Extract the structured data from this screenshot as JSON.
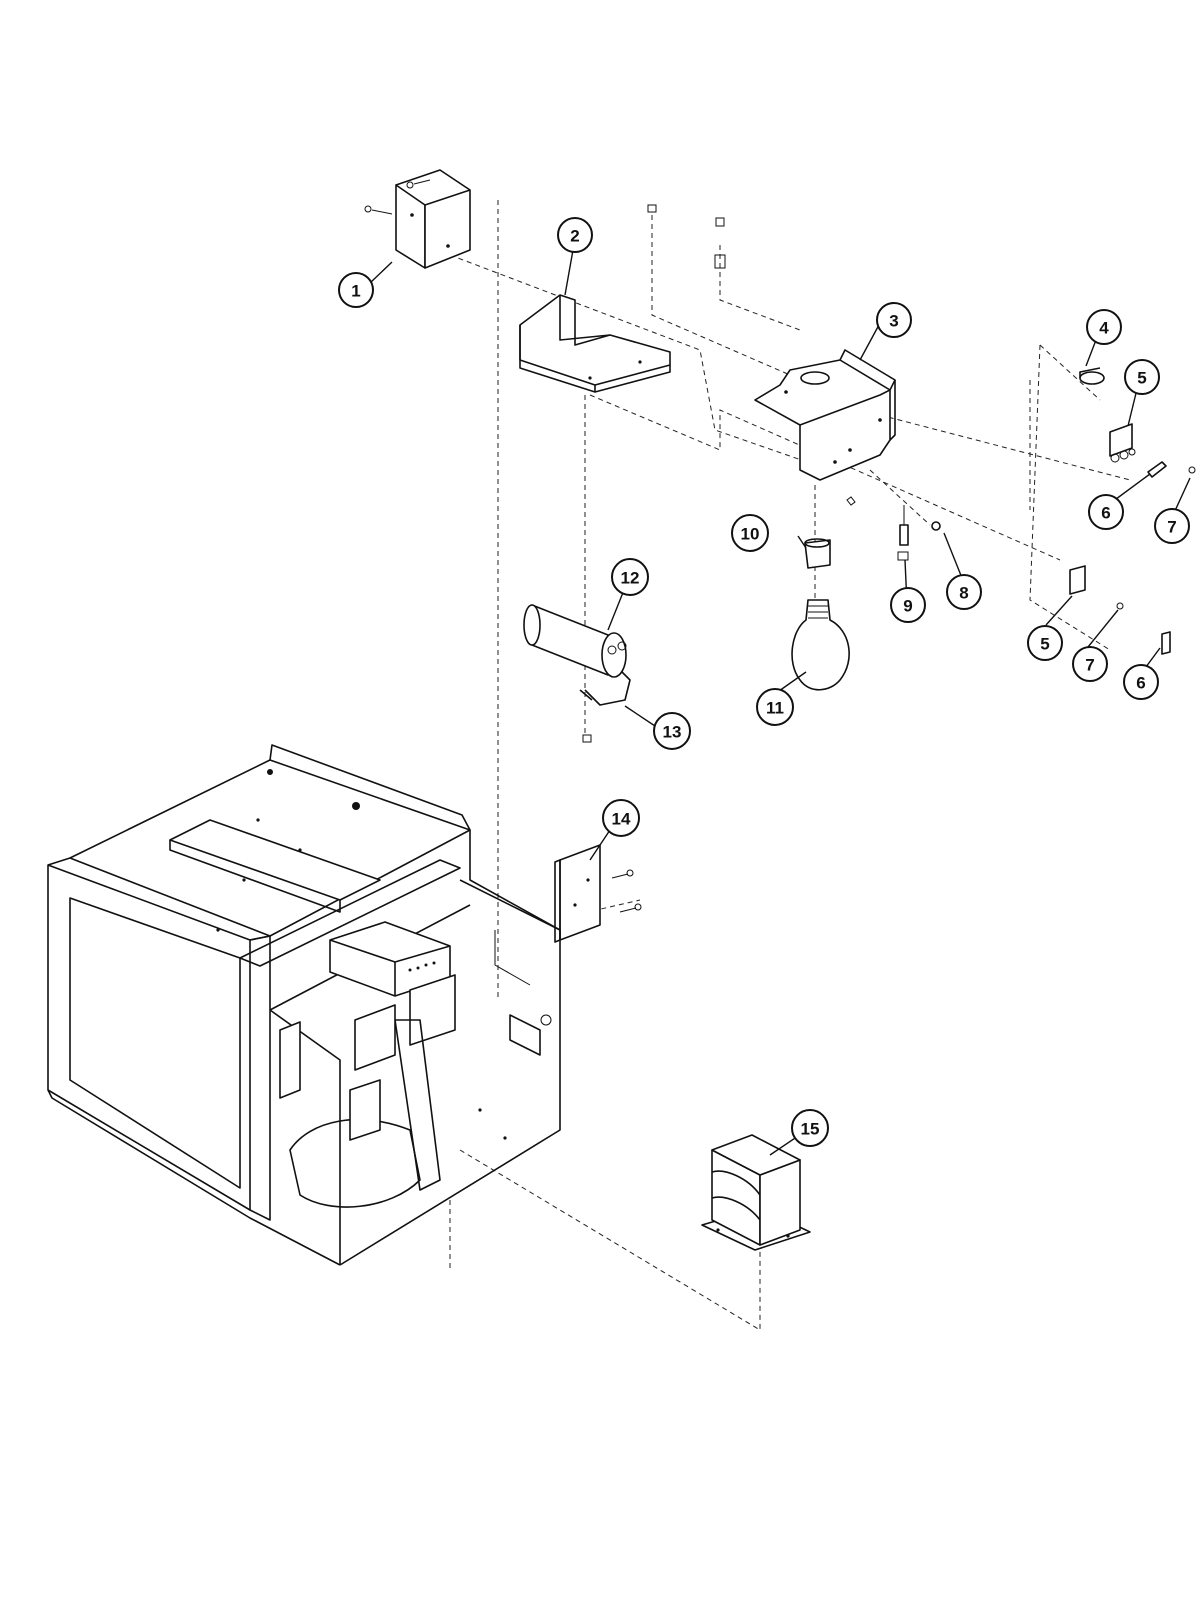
{
  "callouts": [
    {
      "id": "c1",
      "label": "1"
    },
    {
      "id": "c2",
      "label": "2"
    },
    {
      "id": "c3",
      "label": "3"
    },
    {
      "id": "c4",
      "label": "4"
    },
    {
      "id": "c5a",
      "label": "5"
    },
    {
      "id": "c5b",
      "label": "5"
    },
    {
      "id": "c6a",
      "label": "6"
    },
    {
      "id": "c6b",
      "label": "6"
    },
    {
      "id": "c7a",
      "label": "7"
    },
    {
      "id": "c7b",
      "label": "7"
    },
    {
      "id": "c8",
      "label": "8"
    },
    {
      "id": "c9",
      "label": "9"
    },
    {
      "id": "c10",
      "label": "10"
    },
    {
      "id": "c11",
      "label": "11"
    },
    {
      "id": "c12",
      "label": "12"
    },
    {
      "id": "c13",
      "label": "13"
    },
    {
      "id": "c14",
      "label": "14"
    },
    {
      "id": "c15",
      "label": "15"
    }
  ]
}
